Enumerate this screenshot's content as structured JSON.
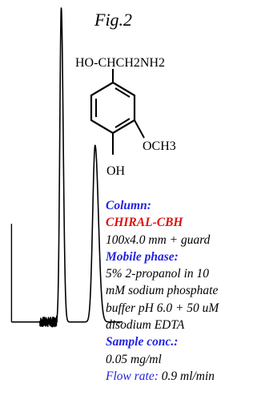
{
  "figure_title": "Fig.2",
  "molecule": {
    "side_chain": "HO-CHCH2NH2",
    "substituent": "OCH3",
    "hydroxyl": "OH"
  },
  "info": {
    "column_label": "Column:",
    "column_name": "CHIRAL-CBH",
    "column_dims": "100x4.0 mm + guard",
    "mobile_phase_label": "Mobile phase:",
    "mobile_phase_lines": [
      "5% 2-propanol in 10",
      "mM sodium phosphate",
      "buffer pH 6.0 + 50 uM",
      "disodium EDTA"
    ],
    "sample_conc_label": "Sample conc.:",
    "sample_conc_value": "0.05 mg/ml",
    "flow_rate_label": "Flow rate:",
    "flow_rate_value": "0.9 ml/min"
  },
  "colors": {
    "label_blue": "#2323e0",
    "column_red": "#e01010",
    "trace": "#000000"
  },
  "chart_data": {
    "type": "line",
    "title": "Fig.2",
    "xlabel": "",
    "ylabel": "",
    "axes_visible": false,
    "grid": false,
    "xlim": [
      0,
      10
    ],
    "ylim": [
      0,
      100
    ],
    "baseline": 4,
    "peaks": [
      {
        "center": 4.25,
        "height": 96,
        "width": 0.1
      },
      {
        "center": 6.6,
        "height": 54,
        "width": 0.17
      }
    ],
    "front_tail": {
      "start": 2.75,
      "height": 1.5
    }
  }
}
